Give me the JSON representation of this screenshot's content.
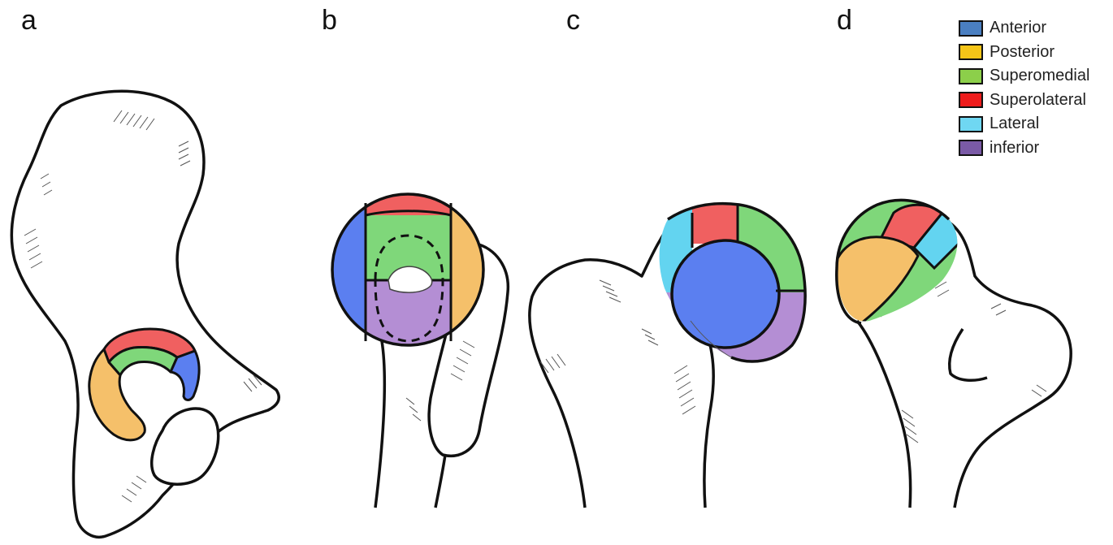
{
  "panels": {
    "a": "a",
    "b": "b",
    "c": "c",
    "d": "d"
  },
  "legend": [
    {
      "label": "Anterior",
      "color": "#4a7fc1"
    },
    {
      "label": "Posterior",
      "color": "#f5c518"
    },
    {
      "label": "Superomedial",
      "color": "#8ccf4a"
    },
    {
      "label": "Superolateral",
      "color": "#ee1c1c"
    },
    {
      "label": "Lateral",
      "color": "#6fd7f2"
    },
    {
      "label": "inferior",
      "color": "#7a5aa6"
    }
  ],
  "region_colors": {
    "anterior": "#5b7ff0",
    "posterior": "#f5c06a",
    "superomedial": "#7fd77a",
    "superolateral": "#f06060",
    "lateral": "#63d4f0",
    "inferior": "#b48ed4"
  }
}
